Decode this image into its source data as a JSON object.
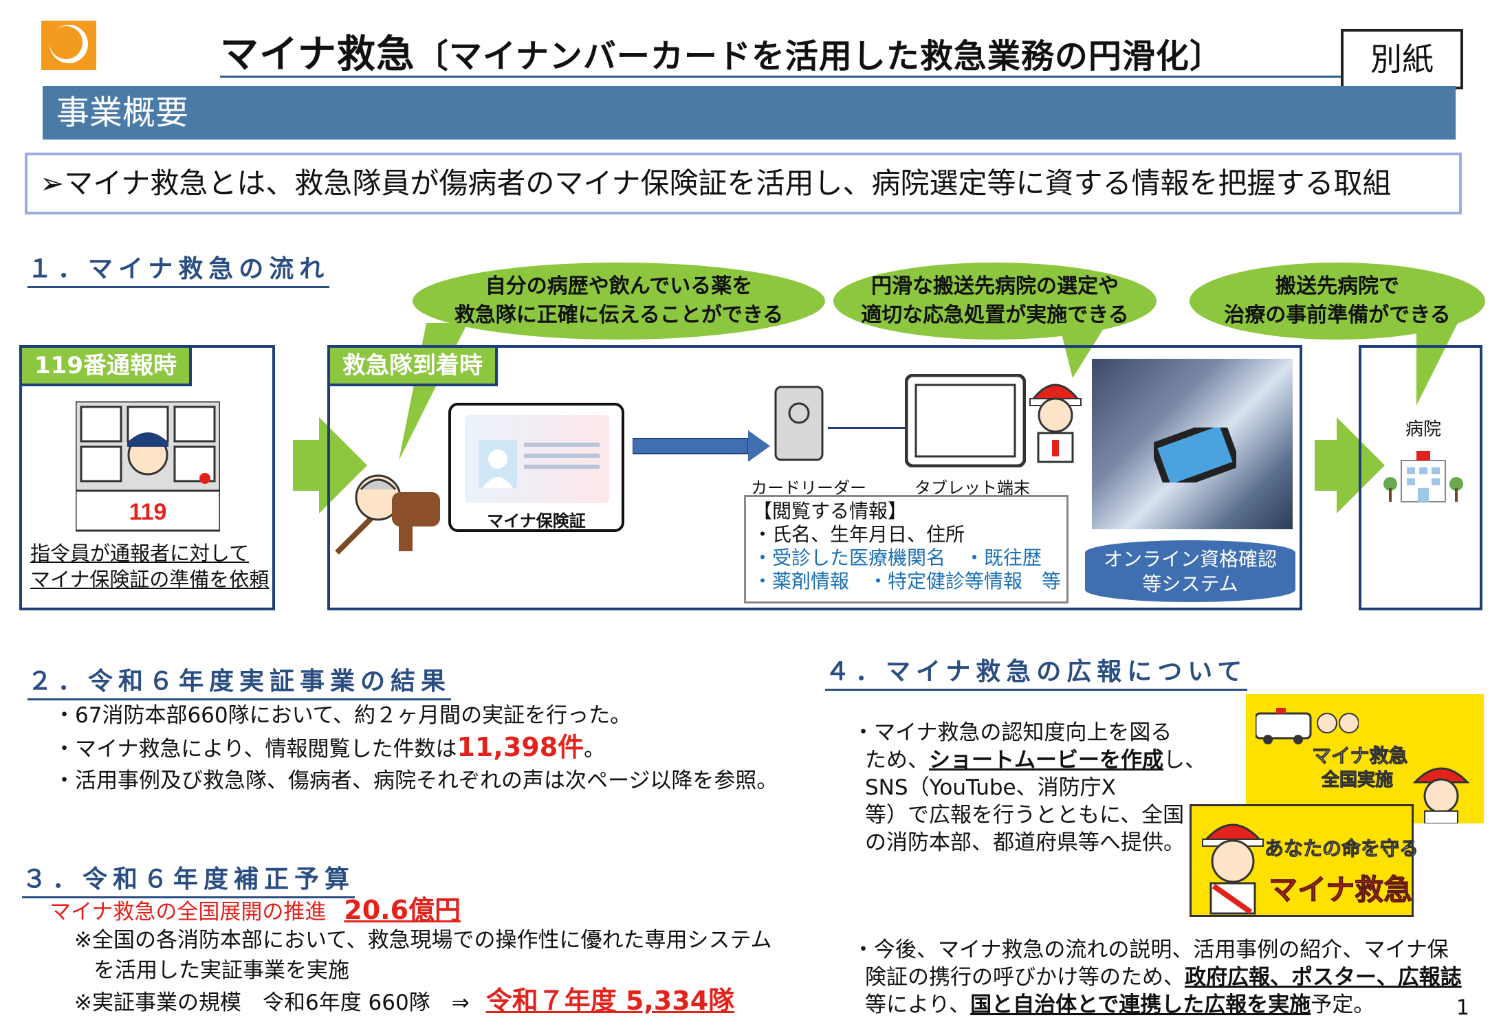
{
  "header": {
    "title": "マイナ救急",
    "title_sub": "〔マイナンバーカードを活用した救急業務の円滑化〕",
    "beppi": "別紙",
    "section_bar": "事業概要"
  },
  "definition": "➢マイナ救急とは、救急隊員が傷病者のマイナ保険証を活用し、病院選定等に資する情報を把握する取組",
  "flow": {
    "title": "１．マイナ救急の流れ",
    "bubbles": [
      {
        "line1": "自分の病歴や飲んでいる薬を",
        "line2": "救急隊に正確に伝えることができる"
      },
      {
        "line1": "円滑な搬送先病院の選定や",
        "line2": "適切な応急処置が実施できる"
      },
      {
        "line1": "搬送先病院で",
        "line2": "治療の事前準備ができる"
      }
    ],
    "call_panel": {
      "tab": "119番通報時",
      "console_label": "119",
      "caption1": "指令員が通報者に対して",
      "caption2": "マイナ保険証の準備を依頼"
    },
    "arrival_panel": {
      "tab": "救急隊到着時",
      "card_label": "マイナ保険証",
      "card_reader": "カードリーダー",
      "tablet": "タブレット端末",
      "info_title": "【閲覧する情報】",
      "info_line1": "・氏名、生年月日、住所",
      "info_line2": "・受診した医療機関名　・既往歴",
      "info_line3": "・薬剤情報　・特定健診等情報　等",
      "system_line1": "オンライン資格確認",
      "system_line2": "等システム"
    },
    "hospital_label": "病院"
  },
  "results": {
    "title": "２．令和６年度実証事業の結果",
    "line1": "・67消防本部660隊において、約２ヶ月間の実証を行った。",
    "line2_pre": "・マイナ救急により、情報閲覧した件数は",
    "line2_num": "11,398件",
    "line2_post": "。",
    "line3": "・活用事例及び救急隊、傷病者、病院それぞれの声は次ページ以降を参照。"
  },
  "budget": {
    "title": "３．令和６年度補正予算",
    "item_label": "マイナ救急の全国展開の推進",
    "item_amount": "20.6億円",
    "note1": "※全国の各消防本部において、救急現場での操作性に優れた専用システム",
    "note2": "を活用した実証事業を実施",
    "note3": "※実証事業の規模　令和6年度 660隊　⇒",
    "note3_target": "令和７年度 5,334隊"
  },
  "pr": {
    "title": "４．マイナ救急の広報について",
    "p1_l1": "・マイナ救急の認知度向上を図る",
    "p1_l2_pre": "ため、",
    "p1_l2_em": "ショートムービーを作成",
    "p1_l2_post": "し、",
    "p1_l3": "SNS（YouTube、消防庁X",
    "p1_l4": "等）で広報を行うとともに、全国",
    "p1_l5": "の消防本部、都道府県等へ提供。",
    "poster1_l1": "マイナ救急",
    "poster1_l2": "全国実施",
    "poster2_l1": "あなたの命を守る",
    "poster2_l2": "マイナ救急",
    "p2_l1": "・今後、マイナ救急の流れの説明、活用事例の紹介、マイナ保",
    "p2_l2_pre": "険証の携行の呼びかけ等のため、",
    "p2_l2_em": "政府広報、ポスター、広報誌",
    "p2_l3_pre": "等により、",
    "p2_l3_em": "国と自治体とで連携した広報を実施",
    "p2_l3_post": "予定。"
  },
  "page_number": "1",
  "colors": {
    "accent_green": "#8dc63f",
    "navy": "#1f3f7a",
    "section_blue": "#4a7ba6",
    "red": "#e3221c",
    "link_blue": "#1a6fb5"
  }
}
